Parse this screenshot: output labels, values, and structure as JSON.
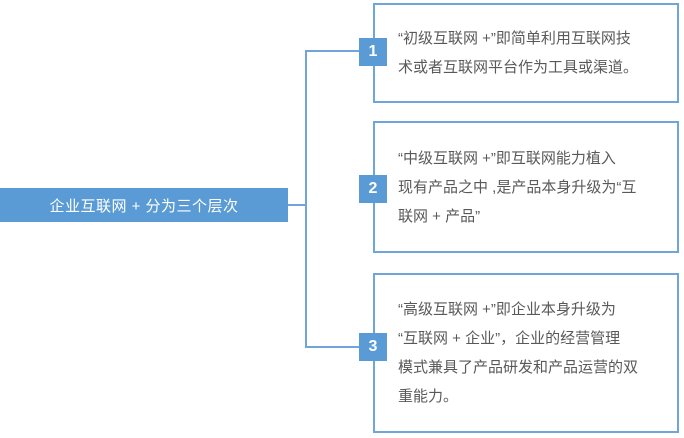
{
  "root_node": {
    "label": "企业互联网 + 分为三个层次"
  },
  "branches": [
    {
      "number": "1",
      "lines": [
        "“初级互联网 +”即简单利用互联网技",
        "术或者互联网平台作为工具或渠道。"
      ]
    },
    {
      "number": "2",
      "lines": [
        "“中级互联网 +”即互联网能力植入",
        "现有产品之中 ,是产品本身升级为“互",
        "联网 + 产品”"
      ]
    },
    {
      "number": "3",
      "lines": [
        "“高级互联网 +”即企业本身升级为",
        "“互联网 + 企业”，企业的经营管理",
        "模式兼具了产品研发和产品运营的双",
        "重能力。"
      ]
    }
  ],
  "colors": {
    "accent_fill": "#5b9bd5",
    "connector_and_border": "#6fa5db",
    "body_text": "#595959",
    "node_text": "#ffffff"
  }
}
